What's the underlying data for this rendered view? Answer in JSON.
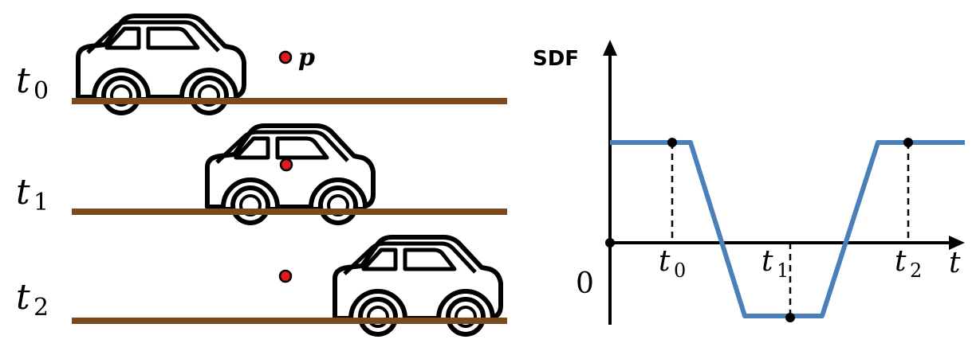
{
  "left_panel": {
    "rows": [
      {
        "time_var": "t",
        "time_sub": "0",
        "point_label": "p"
      },
      {
        "time_var": "t",
        "time_sub": "1"
      },
      {
        "time_var": "t",
        "time_sub": "2"
      }
    ]
  },
  "graph": {
    "y_axis_label": "SDF",
    "x_axis_label": "t",
    "origin_label": "0",
    "ticks": [
      {
        "var": "t",
        "sub": "0"
      },
      {
        "var": "t",
        "sub": "1"
      },
      {
        "var": "t",
        "sub": "2"
      }
    ]
  },
  "colors": {
    "ground": "#7a4a1e",
    "point": "#e01b1b",
    "curve": "#4a7fb8",
    "ink": "#000000"
  },
  "icons": [
    "car-icon",
    "car-icon",
    "car-icon"
  ]
}
